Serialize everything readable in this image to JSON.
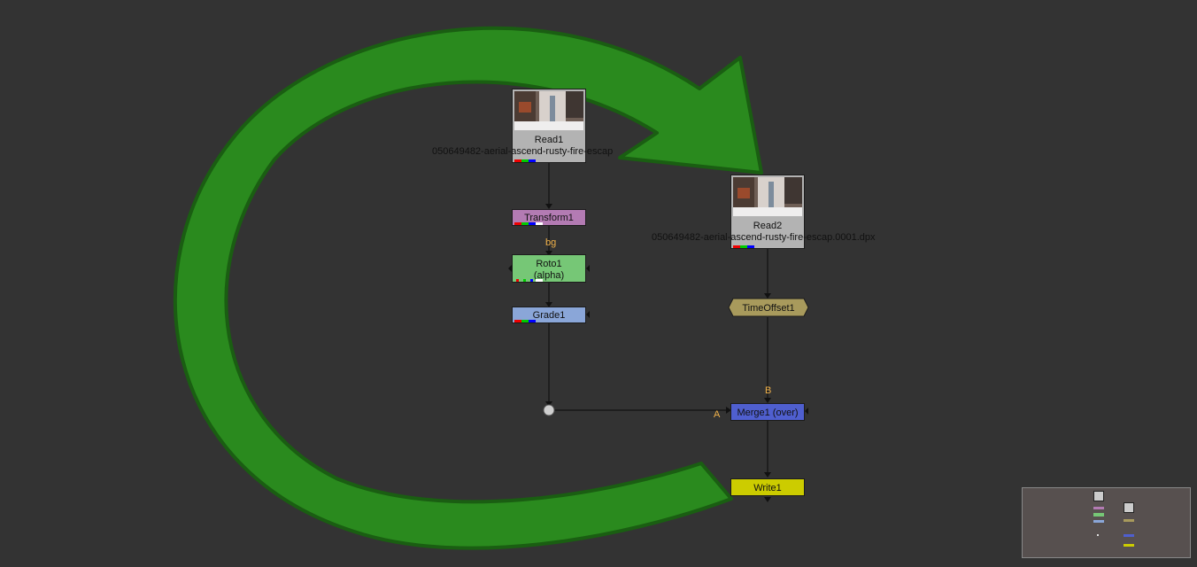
{
  "colors": {
    "background": "#333333",
    "arrow_fill": "#2a8a1e",
    "arrow_stroke": "#1a5e12",
    "transform": "#b37bb3",
    "roto": "#76c776",
    "grade": "#8aa6d8",
    "timeoffset": "#a89a5c",
    "merge": "#4f5fcf",
    "write": "#cccc00",
    "edge_label": "#f1b24a"
  },
  "nodes": {
    "read1": {
      "label": "Read1",
      "file": "050649482-aerial-ascend-rusty-fire-escap"
    },
    "read2": {
      "label": "Read2",
      "file": "050649482-aerial-ascend-rusty-fire-escap.0001.dpx"
    },
    "transform1": {
      "label": "Transform1"
    },
    "roto1": {
      "label": "Roto1",
      "sublabel": "(alpha)"
    },
    "grade1": {
      "label": "Grade1"
    },
    "timeoffset1": {
      "label": "TimeOffset1"
    },
    "merge1": {
      "label": "Merge1 (over)"
    },
    "write1": {
      "label": "Write1"
    }
  },
  "edge_labels": {
    "bg": "bg",
    "a": "A",
    "b": "B"
  },
  "icons": {
    "flow_arrow": "curved-arrow-icon",
    "dot": "dot-node-icon"
  }
}
